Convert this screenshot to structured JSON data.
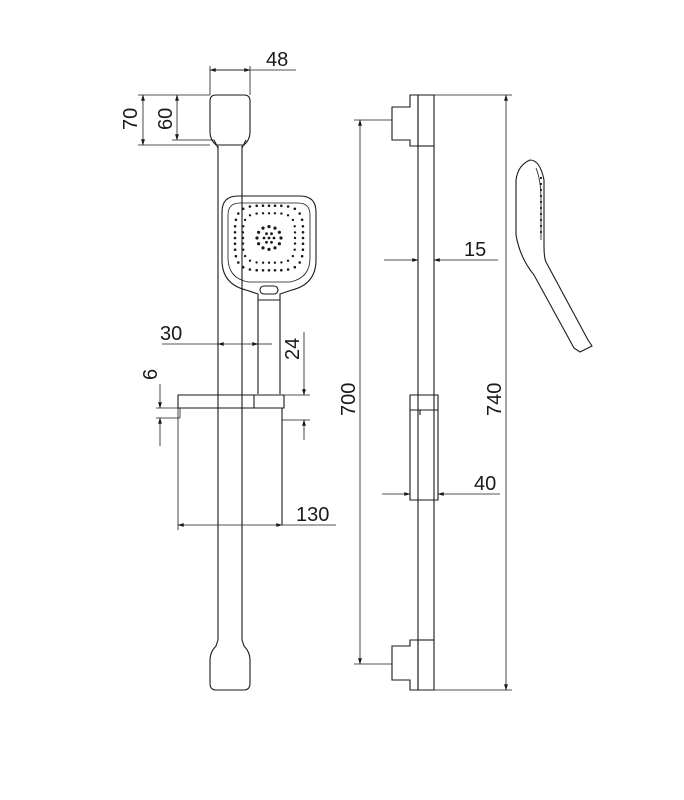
{
  "drawing": {
    "front_view": {
      "dimensions": {
        "top_cap_width": "48",
        "top_cap_height_outer": "70",
        "top_cap_height_inner": "60",
        "bar_width": "30",
        "holder_height": "24",
        "shelf_thickness": "6",
        "shelf_width": "130"
      }
    },
    "side_view": {
      "dimensions": {
        "bar_depth": "15",
        "bar_length": "700",
        "total_length": "740",
        "slider_depth": "40"
      }
    }
  },
  "colors": {
    "line": "#1a1a1a",
    "background": "#ffffff"
  }
}
